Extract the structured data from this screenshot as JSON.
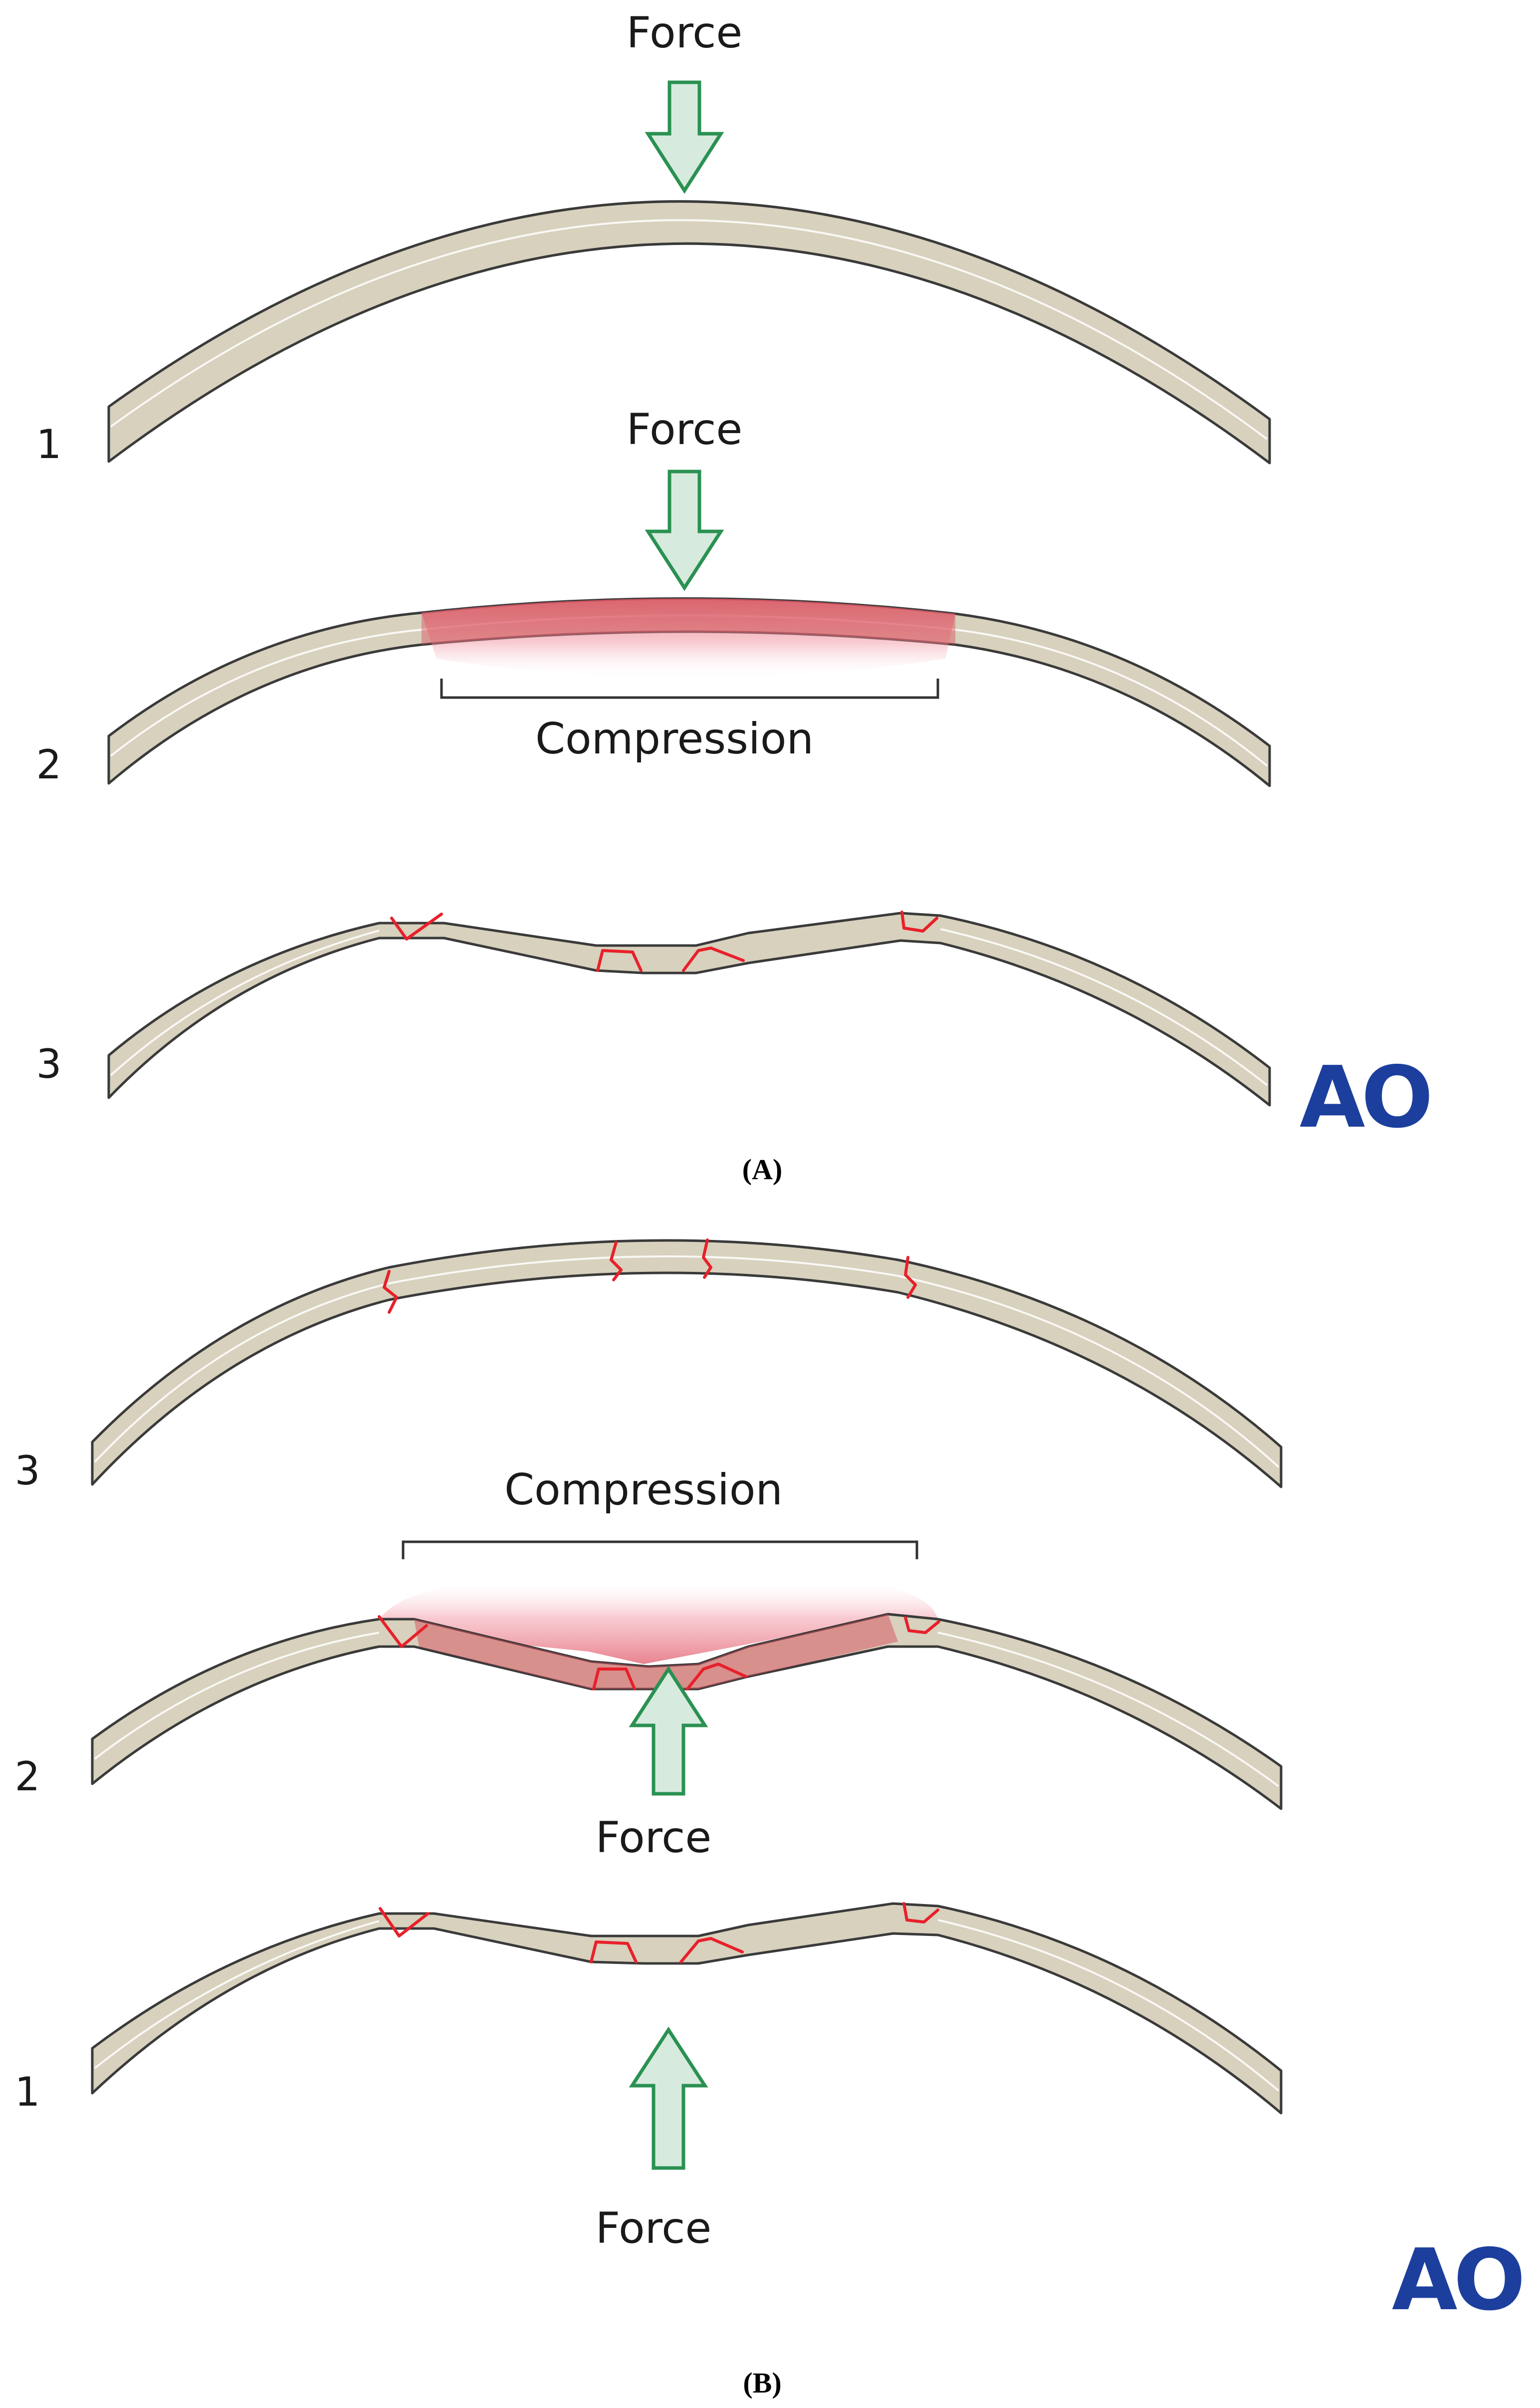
{
  "panel_a": {
    "label": "(A)",
    "rows": [
      {
        "number": "1",
        "force_label": "Force"
      },
      {
        "number": "2",
        "force_label": "Force",
        "region_label": "Compression"
      },
      {
        "number": "3"
      }
    ],
    "logo": "AO"
  },
  "panel_b": {
    "label": "(B)",
    "rows": [
      {
        "number": "3"
      },
      {
        "number": "2",
        "force_label": "Force",
        "region_label": "Compression"
      },
      {
        "number": "1",
        "force_label": "Force"
      }
    ],
    "logo": "AO"
  },
  "colors": {
    "bone": "#d7d1bd",
    "fracture": "#e8202a",
    "arrow_fill": "#d6ebde",
    "arrow_stroke": "#2a9152",
    "compression": "#e05a6a",
    "logo": "#1c3f9e"
  }
}
